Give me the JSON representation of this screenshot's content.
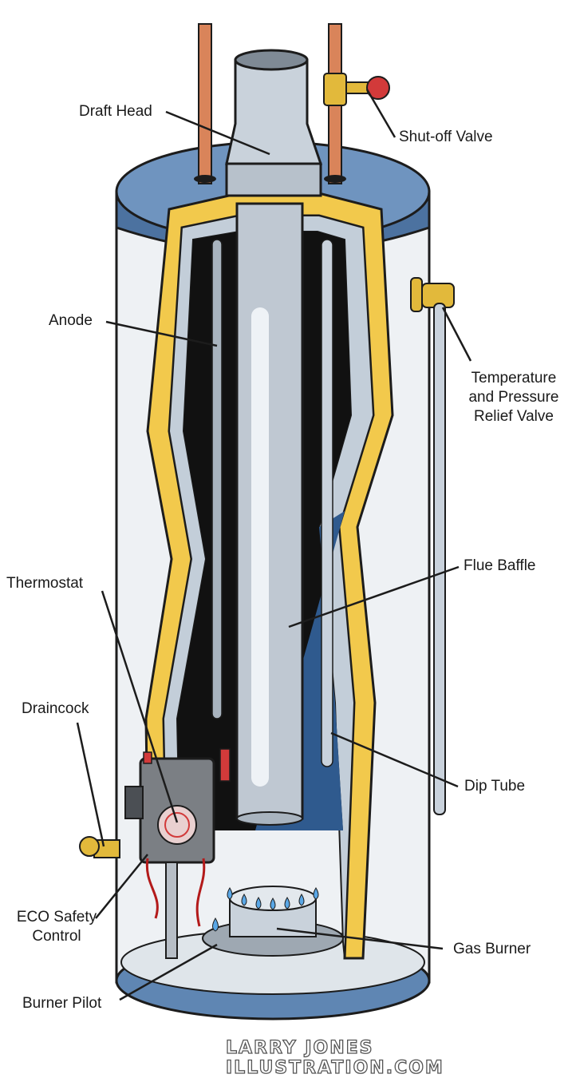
{
  "labels": {
    "draft_head": "Draft Head",
    "shutoff_valve": "Shut-off Valve",
    "anode": "Anode",
    "tp_relief_line1": "Temperature",
    "tp_relief_line2": "and Pressure",
    "tp_relief_line3": "Relief Valve",
    "flue_baffle": "Flue Baffle",
    "thermostat": "Thermostat",
    "draincock": "Draincock",
    "dip_tube": "Dip Tube",
    "eco_line1": "ECO Safety",
    "eco_line2": "Control",
    "gas_burner": "Gas Burner",
    "burner_pilot": "Burner Pilot"
  },
  "credit": "LARRY JONES ILLUSTRATION.COM",
  "colors": {
    "tank_top": "#5f86b3",
    "insulation": "#f2c94c",
    "tank_wall": "#c3ced9",
    "interior": "#111111",
    "water": "#2f5a8e",
    "flue": "#d5dce3",
    "copper": "#d9845a",
    "brass": "#e2b93b",
    "valve_red": "#d23a3a",
    "flame": "#5aa7e6"
  }
}
